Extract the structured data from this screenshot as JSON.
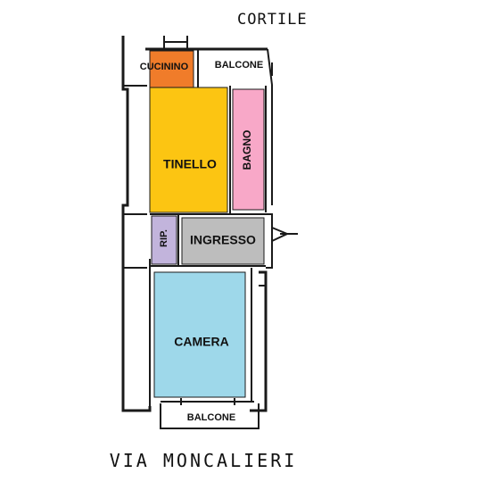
{
  "north_label": "CORTILE",
  "south_label": "VIA MONCALIERI",
  "rooms": {
    "cucinino": {
      "label": "CUCININO",
      "color": "#f07c2a"
    },
    "balcone_top": {
      "label": "BALCONE"
    },
    "tinello": {
      "label": "TINELLO",
      "color": "#fcc512"
    },
    "bagno": {
      "label": "BAGNO",
      "color": "#f8a8c8"
    },
    "ripostiglio": {
      "label": "RIP.",
      "color": "#c2b4dc"
    },
    "ingresso": {
      "label": "INGRESSO",
      "color": "#bdbdbd"
    },
    "camera": {
      "label": "CAMERA",
      "color": "#9ed8ea"
    },
    "balcone_bottom": {
      "label": "BALCONE"
    }
  },
  "wall_color": "#1a1a1a"
}
